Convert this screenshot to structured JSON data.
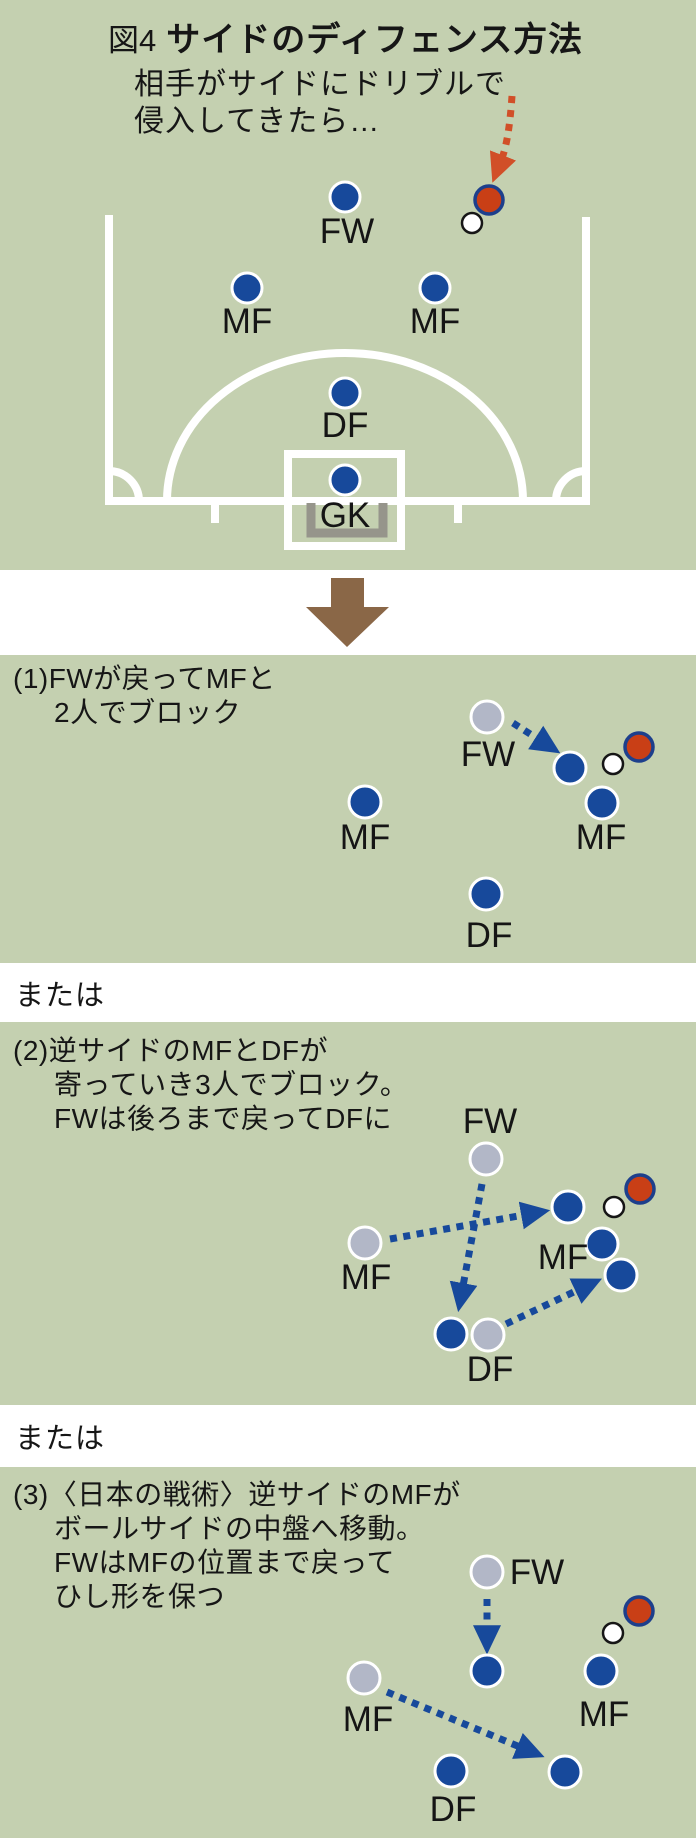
{
  "title": {
    "figure_label": "図4",
    "text": "サイドのディフェンス方法"
  },
  "intro": {
    "line1": "相手がサイドにドリブルで",
    "line2": "侵入してきたら…"
  },
  "or_divider": "または",
  "field": {
    "fw": "FW",
    "mf_left": "MF",
    "mf_right": "MF",
    "df": "DF",
    "gk": "GK"
  },
  "section1": {
    "caption": [
      "(1)FWが戻ってMFと",
      "2人でブロック"
    ],
    "fw": "FW",
    "mf_left": "MF",
    "mf_right": "MF",
    "df": "DF"
  },
  "section2": {
    "caption": [
      "(2)逆サイドのMFとDFが",
      "寄っていき3人でブロック。",
      "FWは後ろまで戻ってDFに"
    ],
    "fw": "FW",
    "mf_left": "MF",
    "mf_right": "MF",
    "df": "DF"
  },
  "section3": {
    "caption": [
      "(3)〈日本の戦術〉逆サイドのMFが",
      "ボールサイドの中盤へ移動。",
      "FWはMFの位置まで戻って",
      "ひし形を保つ"
    ],
    "fw": "FW",
    "mf_left": "MF",
    "mf_right": "MF",
    "df": "DF"
  },
  "colors": {
    "green": "#c4d0b0",
    "band": "#ffffff",
    "ink": "#161616",
    "blue": "#17499b",
    "gray": "#b2b7c7",
    "red": "#c93f16",
    "redring": "#1d3f8c",
    "orange": "#d14f28",
    "brown": "#8a6747",
    "goalgray": "#96958b"
  }
}
